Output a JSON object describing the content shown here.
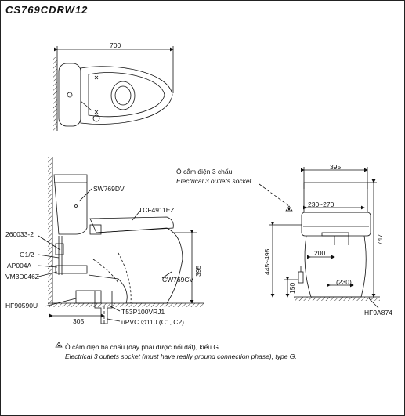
{
  "model_code": "CS769CDRW12",
  "top_view": {
    "width_dim": "700"
  },
  "side_view": {
    "labels": {
      "tank": "SW769DV",
      "seat": "TCF4911EZ",
      "bowl": "CW769CV",
      "part_260033": "260033-2",
      "g12": "G1/2",
      "ap004a": "AP004A",
      "vm": "VM3D046Z",
      "hf90590u": "HF90590U",
      "t53": "T53P100VRJ1",
      "upvc": "uPVC ∅110 (C1, C2)"
    },
    "dims": {
      "rough_in": "305",
      "height": "395",
      "floor_to_outlet_range": "445~495"
    }
  },
  "front_view": {
    "outlet_vi": "Ô cắm điện 3 chấu",
    "outlet_en": "Electrical 3 outlets socket",
    "dims": {
      "width": "395",
      "range": "230~270",
      "d200": "200",
      "d230": "(230)",
      "d150": "150",
      "d747": "747"
    },
    "flange": "HF9A874"
  },
  "footnote": {
    "symbol": "outlet-symbol-icon",
    "line_vi": "Ô cắm điện ba chấu (dây phải được nối đất), kiểu G.",
    "line_en": "Electrical 3 outlets socket (must have really ground connection phase), type G."
  }
}
